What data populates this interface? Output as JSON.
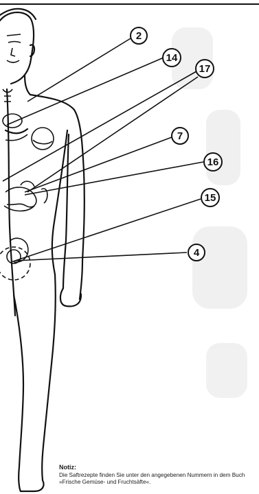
{
  "callouts": [
    {
      "id": "2",
      "label": "2"
    },
    {
      "id": "14",
      "label": "14"
    },
    {
      "id": "17",
      "label": "17"
    },
    {
      "id": "7",
      "label": "7"
    },
    {
      "id": "16",
      "label": "16"
    },
    {
      "id": "15",
      "label": "15"
    },
    {
      "id": "4",
      "label": "4"
    }
  ],
  "note": {
    "title": "Notiz:",
    "body": "Die Saftrezepte finden Sie unter den angegebenen Nummern in dem Buch »Frische Gemüse- und Fruchtsäfte«."
  }
}
